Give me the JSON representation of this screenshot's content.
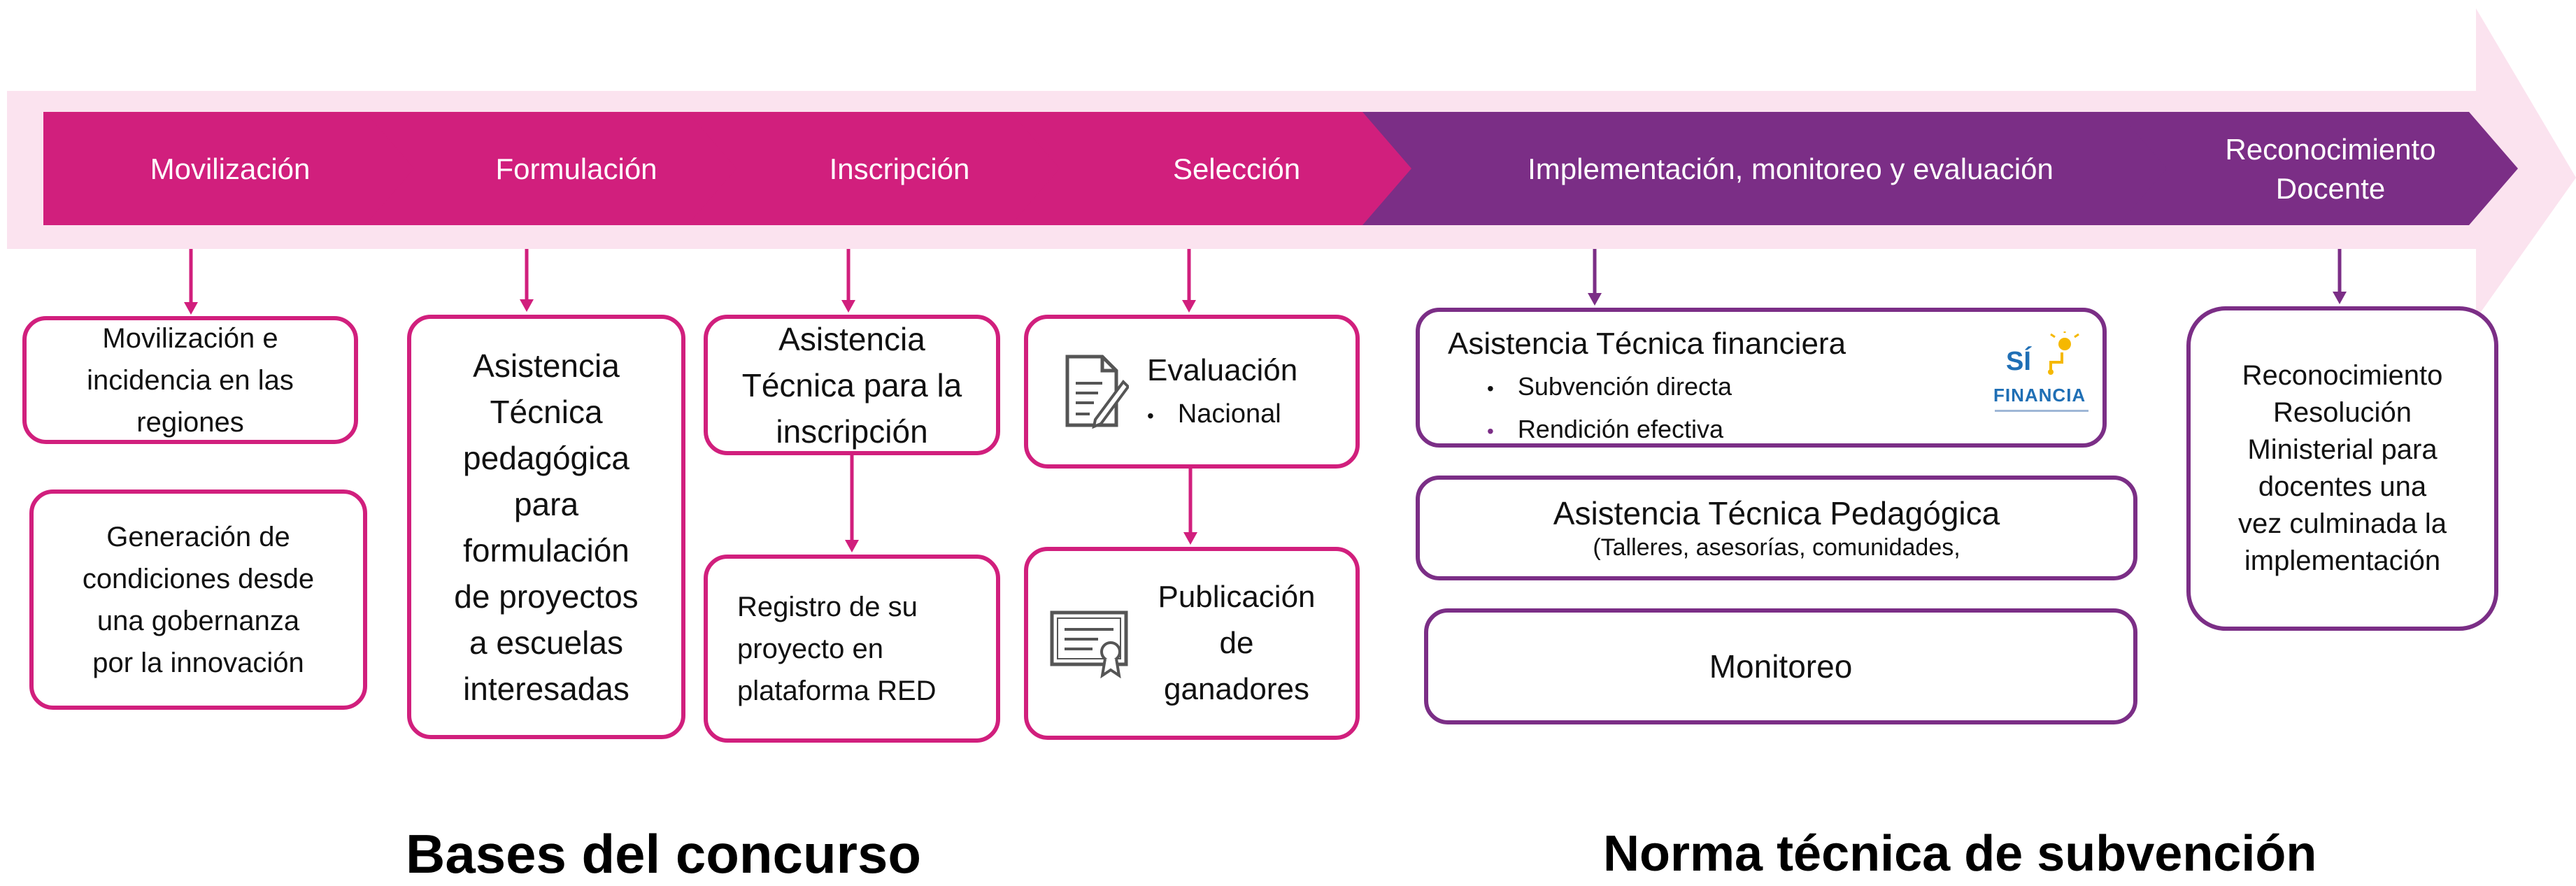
{
  "colors": {
    "band": "#fbe3ef",
    "magenta": "#d11f7d",
    "purple": "#7b2e86",
    "logo_blue": "#1f6fb5",
    "logo_yellow": "#f5b800"
  },
  "stages": [
    {
      "label": "Movilización"
    },
    {
      "label": "Formulación"
    },
    {
      "label": "Inscripción"
    },
    {
      "label": "Selección"
    },
    {
      "label": "Implementación, monitoreo y evaluación"
    },
    {
      "label": "Reconocimiento\nDocente"
    }
  ],
  "boxes": {
    "movilizacion_1": "Movilización e\nincidencia en las\nregiones",
    "movilizacion_2": "Generación de\ncondiciones desde\nuna gobernanza\npor la innovación",
    "formulacion": "Asistencia\nTécnica\npedagógica\npara\nformulación\nde proyectos\na escuelas\ninteresadas",
    "inscripcion_1": "Asistencia\nTécnica para la\ninscripción",
    "inscripcion_2": "Registro de su\nproyecto en\nplataforma RED",
    "seleccion_1": {
      "title": "Evaluación",
      "bullet": "Nacional",
      "icon": "document-pen-icon"
    },
    "seleccion_2": {
      "title": "Publicación\nde\nganadores",
      "icon": "certificate-icon"
    },
    "implementacion_1": {
      "title": "Asistencia Técnica financiera",
      "bullets": [
        "Subvención directa",
        "Rendición efectiva"
      ],
      "logo_text_1": "SÍ",
      "logo_text_2": "FINANCIA"
    },
    "implementacion_2": {
      "title": "Asistencia Técnica Pedagógica",
      "subtitle": "(Talleres, asesorías, comunidades,"
    },
    "implementacion_3": "Monitoreo",
    "reconocimiento": "Reconocimiento\nResolución\nMinisterial para\ndocentes una\nvez culminada la\nimplementación"
  },
  "footer": {
    "left": "Bases del concurso",
    "right": "Norma técnica de subvención"
  }
}
